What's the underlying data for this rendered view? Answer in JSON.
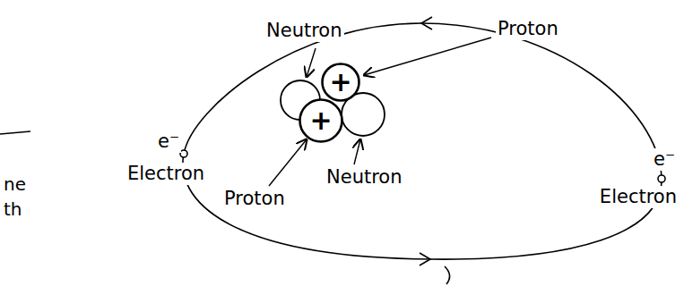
{
  "diagram": {
    "nodes": [
      {
        "text": [
          "+"
        ]
      },
      {
        "text": [
          "+"
        ]
      }
    ],
    "labels": [
      "Neutron",
      "Proton",
      "e⁻",
      "Electron",
      "Proton",
      "Neutron",
      "e⁻",
      "Electron",
      "ne",
      "th"
    ]
  }
}
